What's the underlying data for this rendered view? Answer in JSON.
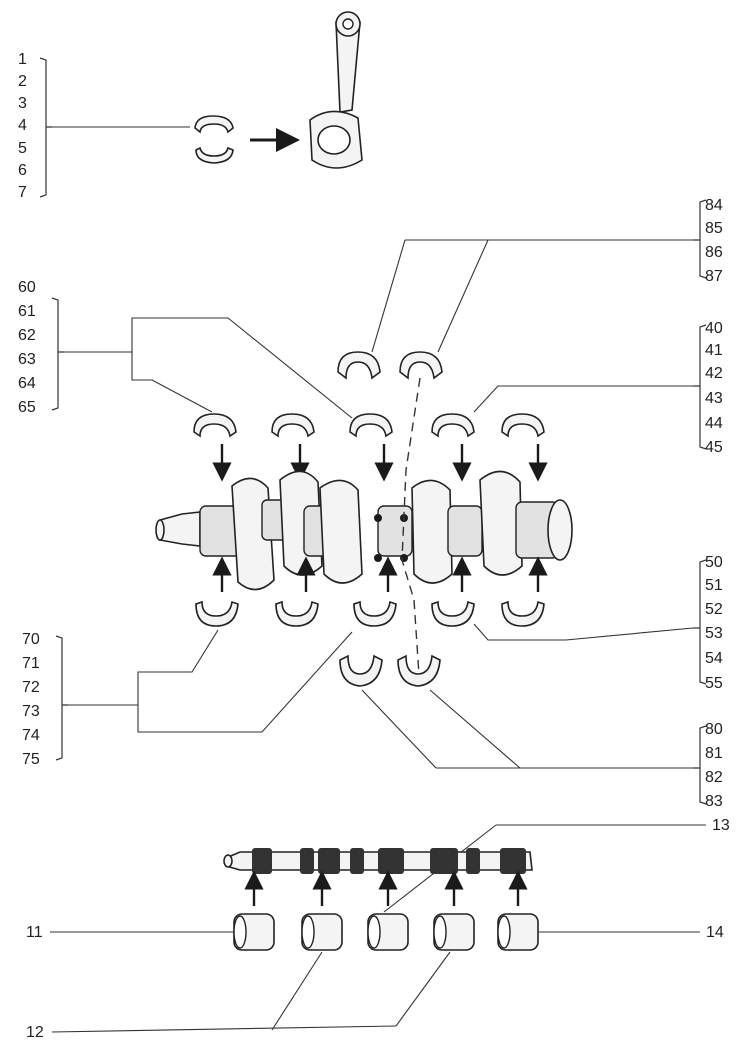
{
  "groups": {
    "conrod_bearings": [
      "1",
      "2",
      "3",
      "4",
      "5",
      "6",
      "7"
    ],
    "upper_main": [
      "60",
      "61",
      "62",
      "63",
      "64",
      "65"
    ],
    "lower_main": [
      "70",
      "71",
      "72",
      "73",
      "74",
      "75"
    ],
    "thrust_upper": [
      "84",
      "85",
      "86",
      "87"
    ],
    "upper_main_right": [
      "40",
      "41",
      "42",
      "43",
      "44",
      "45"
    ],
    "lower_main_right": [
      "50",
      "51",
      "52",
      "53",
      "54",
      "55"
    ],
    "thrust_lower": [
      "80",
      "81",
      "82",
      "83"
    ]
  },
  "labels": {
    "cam_bushing_first": "11",
    "cam_bushing_middle": "12",
    "camshaft": "13",
    "cam_bushing_last": "14"
  }
}
